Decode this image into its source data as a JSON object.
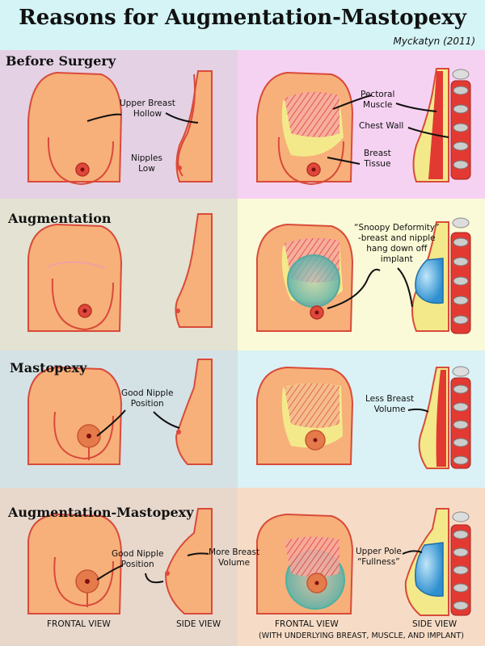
{
  "title": "Reasons for Augmentation-Mastopexy",
  "credit": "Myckatyn (2011)",
  "colors": {
    "skin": "#f7b07a",
    "outline": "#d94a3a",
    "row1_left": "#e4d2e4",
    "row1_right": "#f6d2f2",
    "row2_left": "#e4e2d2",
    "row2_right": "#fafad8",
    "row3_left": "#d4e2e6",
    "row3_right": "#daf2f6",
    "row4_left": "#e8d8cc",
    "row4_right": "#f6dcc6",
    "header_bg": "#d4f4f6",
    "implant": "#43a9e6",
    "muscle": "#e23a32",
    "fat": "#f0e55a"
  },
  "rows": [
    {
      "title": "Before Surgery",
      "labels": [
        "Upper Breast\nHollow",
        "Nipples\nLow",
        "Pectoral\nMuscle",
        "Chest Wall",
        "Breast\nTissue"
      ]
    },
    {
      "title": "Augmentation",
      "labels": [
        "“Snoopy Deformity”\n-breast and nipple\nhang down off\nimplant"
      ]
    },
    {
      "title": "Mastopexy",
      "labels": [
        "Good Nipple\nPosition",
        "Less Breast\nVolume"
      ]
    },
    {
      "title": "Augmentation-Mastopexy",
      "labels": [
        "Good Nipple\nPosition",
        "More Breast\nVolume",
        "Upper Pole\n“Fullness”"
      ]
    }
  ],
  "footer": {
    "frontal": "FRONTAL VIEW",
    "side": "SIDE VIEW",
    "frontal_right": "FRONTAL VIEW",
    "frontal_right_note": "(WITH UNDERLYING BREAST, MUSCLE, AND IMPLANT)",
    "side_right": "SIDE VIEW"
  }
}
